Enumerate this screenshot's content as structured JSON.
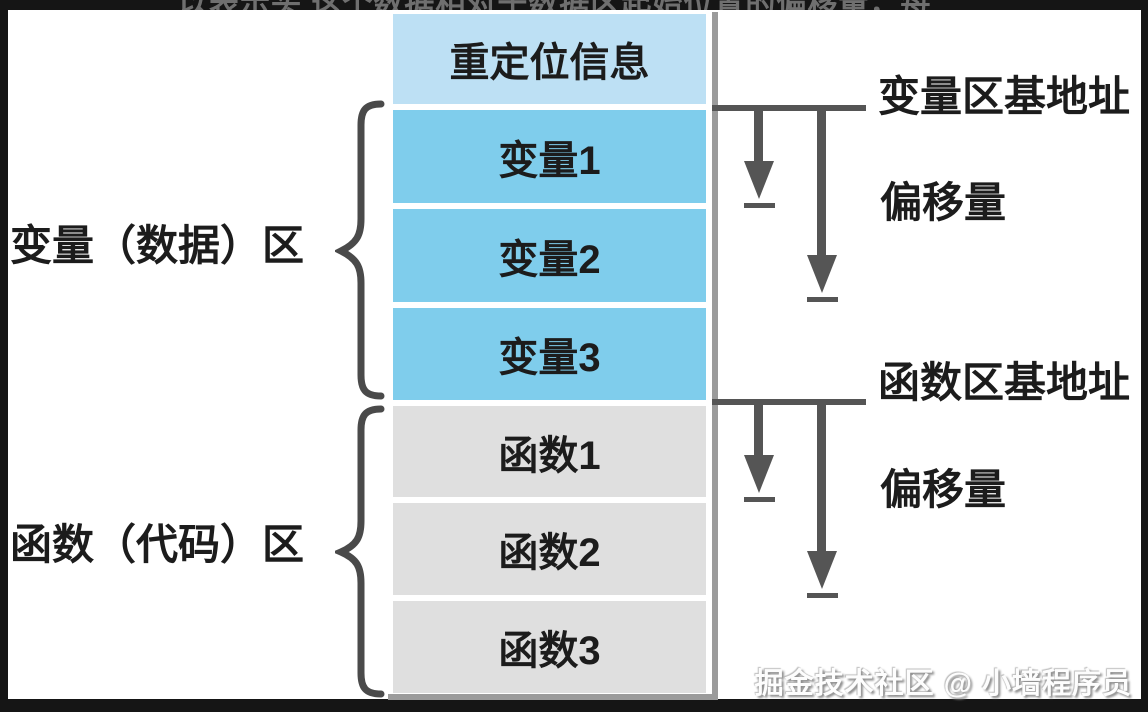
{
  "top_clipped_text": "以表示头 这个数据相对于数据区起始位置的偏移量，每",
  "memory_column": {
    "relocation_box": "重定位信息",
    "variable_boxes": [
      "变量1",
      "变量2",
      "变量3"
    ],
    "function_boxes": [
      "函数1",
      "函数2",
      "函数3"
    ]
  },
  "left_labels": {
    "variable_area": "变量（数据）区",
    "function_area": "函数（代码）区"
  },
  "right_labels": {
    "variable_base_address": "变量区基地址",
    "variable_offset": "偏移量",
    "function_base_address": "函数区基地址",
    "function_offset": "偏移量"
  },
  "watermark": "掘金技术社区 @ 小墙程序员",
  "colors": {
    "frame": "#151515",
    "background": "#ffffff",
    "relocation_box": "#bde0f4",
    "variable_box": "#7fcdec",
    "function_box": "#dfdfdf",
    "column_shadow": "#9b9b9b",
    "arrow": "#555555",
    "brace": "#4a4a4a",
    "text": "#1c1c1c",
    "watermark_text": "#fdfdfd"
  }
}
